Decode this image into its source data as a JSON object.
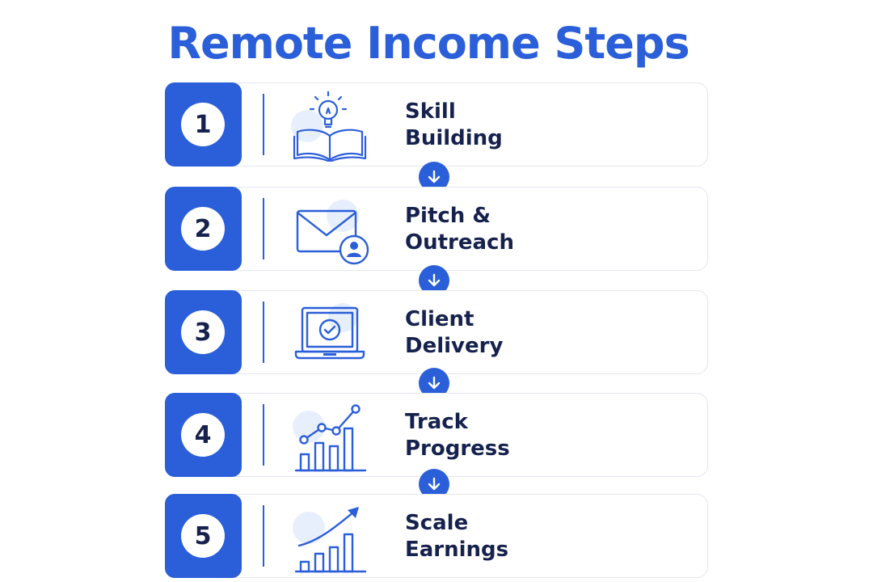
{
  "title": "Remote Income Steps",
  "accent_color": "#2b5fd9",
  "text_color": "#16224d",
  "steps": [
    {
      "number": "1",
      "line1": "Skill",
      "line2": "Building",
      "icon": "lightbulb-book-icon"
    },
    {
      "number": "2",
      "line1": "Pitch &",
      "line2": "Outreach",
      "icon": "envelope-person-icon"
    },
    {
      "number": "3",
      "line1": "Client",
      "line2": "Delivery",
      "icon": "laptop-check-icon"
    },
    {
      "number": "4",
      "line1": "Track",
      "line2": "Progress",
      "icon": "bar-line-chart-icon"
    },
    {
      "number": "5",
      "line1": "Scale",
      "line2": "Earnings",
      "icon": "growth-chart-icon"
    }
  ],
  "connector_icon": "arrow-down-icon"
}
